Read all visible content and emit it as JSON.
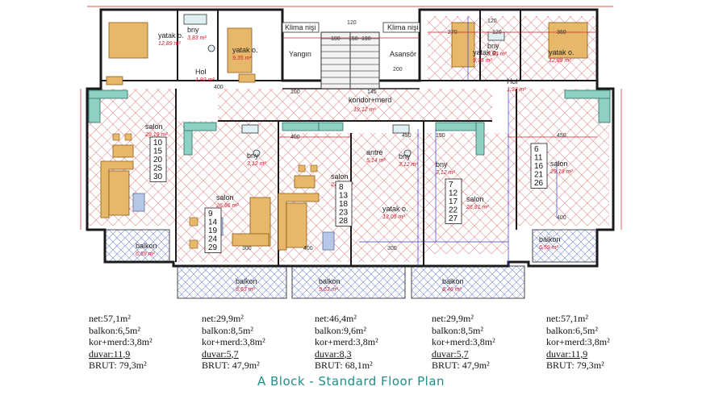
{
  "plan": {
    "climate_niche_left": "Klima nişi",
    "climate_niche_right": "Klima nişi",
    "fire_escape": "Yangın",
    "elevator": "Asansör",
    "corridor": "koridor+merd",
    "corridor_area": "19,12 m²",
    "rooms": [
      {
        "label": "yatak o.",
        "area": "12,89 m²"
      },
      {
        "label": "bny",
        "area": "3,83 m²"
      },
      {
        "label": "yatak o.",
        "area": "9,35 m²"
      },
      {
        "label": "Hol",
        "area": "1,92 m²"
      },
      {
        "label": "salon",
        "area": "29,19 m²"
      },
      {
        "label": "balkon",
        "area": "6,59 m²"
      },
      {
        "label": "bny",
        "area": "3,12 m²"
      },
      {
        "label": "salon",
        "area": "26,86 m²"
      },
      {
        "label": "balkon",
        "area": "8,53 m²"
      },
      {
        "label": "salon",
        "area": "27,00 m²"
      },
      {
        "label": "antre",
        "area": "5,14 m²"
      },
      {
        "label": "balkon",
        "area": "9,63 m²"
      },
      {
        "label": "yatak o.",
        "area": "13,05 m²"
      },
      {
        "label": "bny",
        "area": "3,12 m²"
      },
      {
        "label": "bny",
        "area": "3,12 m²"
      },
      {
        "label": "salon",
        "area": "26,81 m²"
      },
      {
        "label": "balkon",
        "area": "8,46 m²"
      },
      {
        "label": "yatak o.",
        "area": "9,35 m²"
      },
      {
        "label": "bny",
        "area": "3,83 m²"
      },
      {
        "label": "yatak o.",
        "area": "12,89 m²"
      },
      {
        "label": "Hol",
        "area": "1,92 m²"
      },
      {
        "label": "salon",
        "area": "29,19 m²"
      },
      {
        "label": "balkon",
        "area": "6,59 m²"
      }
    ],
    "apartment_numbers": [
      [
        "10",
        "15",
        "20",
        "25",
        "30"
      ],
      [
        "9",
        "14",
        "19",
        "24",
        "29"
      ],
      [
        "8",
        "13",
        "18",
        "23",
        "28"
      ],
      [
        "7",
        "12",
        "17",
        "22",
        "27"
      ],
      [
        "6",
        "11",
        "16",
        "21",
        "26"
      ]
    ],
    "dimensions": [
      "100",
      "150",
      "190",
      "120",
      "100",
      "145",
      "270",
      "120",
      "360",
      "200",
      "450",
      "400",
      "450",
      "300",
      "400",
      "400",
      "300",
      "150",
      "120",
      "400"
    ]
  },
  "units": [
    {
      "net": "net:57,1m²",
      "balkon": "balkon:6,5m²",
      "kor": "kor+merd:3,8m²",
      "duvar": "duvar:11,9",
      "brut": "BRUT: 79,3m²"
    },
    {
      "net": "net:29,9m²",
      "balkon": "balkon:8,5m²",
      "kor": "kor+merd:3,8m²",
      "duvar": "duvar:5,7",
      "brut": "BRUT: 47,9m²"
    },
    {
      "net": "net:46,4m²",
      "balkon": "balkon:9,6m²",
      "kor": "kor+merd:3,8m²",
      "duvar": "duvar:8,3",
      "brut": "BRUT: 68,1m²"
    },
    {
      "net": "net:29,9m²",
      "balkon": "balkon:8,5m²",
      "kor": "kor+merd:3,8m²",
      "duvar": "duvar:5,7",
      "brut": "BRUT: 47,9m²"
    },
    {
      "net": "net:57,1m²",
      "balkon": "balkon:6,5m²",
      "kor": "kor+merd:3,8m²",
      "duvar": "duvar:11,9",
      "brut": "BRUT: 79,3m²"
    }
  ],
  "caption": "A Block - Standard Floor Plan",
  "colors": {
    "caption": "#1f8f8a",
    "wall": "#1a1a1a",
    "dimension": "#d0202a",
    "guide": "#2e3fd0",
    "kitchen": "#8ed0c4",
    "sofa": "#e7b86a",
    "table": "#b7c7e6"
  }
}
